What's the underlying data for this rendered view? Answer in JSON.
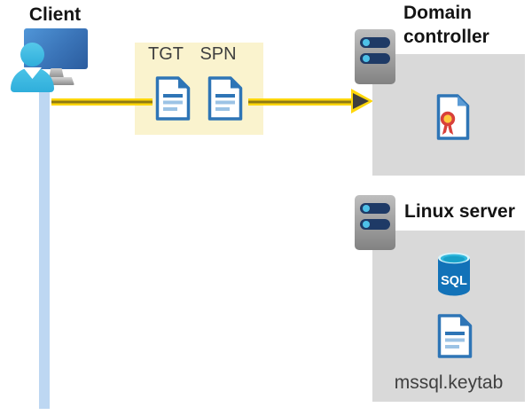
{
  "client": {
    "label": "Client"
  },
  "ticket_packet": {
    "tgt_label": "TGT",
    "spn_label": "SPN"
  },
  "domain_controller": {
    "label": "Domain controller"
  },
  "linux_server": {
    "label": "Linux server",
    "sql_badge": "SQL",
    "keytab_filename": "mssql.keytab"
  },
  "icons": {
    "monitor-icon": "blue gradient rounded rectangle with gray stand",
    "user-icon": "cyan circle head with rounded shoulders and white v-collar",
    "server-icon": "gray tower with two navy led bars and cyan dots",
    "document-icon": "white page, blue border, folded corner, text lines",
    "certificate-icon": "white page with red and yellow rosette seal",
    "sql-database-icon": "blue cylinder with cyan top and SQL wordmark",
    "arrowhead-icon": "dark triangle with yellow outline",
    "timeline-bar": "pale blue vertical rectangle"
  },
  "colors": {
    "packet_background": "#FAF3CE",
    "node_box_background": "#D9D9D9",
    "arrow_yellow": "#FFD70A",
    "arrow_core_olive": "#8F7A12",
    "arrowhead_dark": "#3F3F3F",
    "timeline_blue": "#BDD7F2",
    "document_blue": "#2E75B6",
    "document_line_light": "#9CC3E5",
    "certificate_fold_blue": "#5B9BD5",
    "certificate_seal_red": "#D8403A",
    "certificate_seal_yellow": "#FFC83D",
    "sql_body_blue": "#1272B8",
    "sql_top_cyan": "#2FB7DC",
    "monitor_blue_start": "#5096D8",
    "monitor_blue_end": "#2B5C9E",
    "person_cyan": "#3FBDE4",
    "server_pill_navy": "#1E3A66",
    "server_dot_cyan": "#4EC1E8",
    "heading_text": "#141414",
    "label_text": "#3F3F3F"
  }
}
